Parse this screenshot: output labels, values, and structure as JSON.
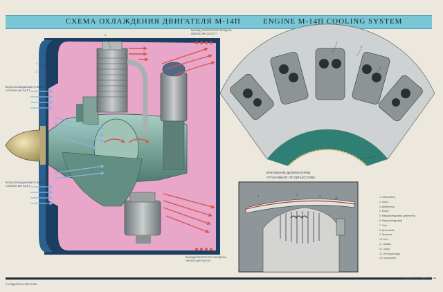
{
  "header": {
    "title_ru": "СХЕМА ОХЛАЖДЕНИЯ  ДВИГАТЕЛЯ М-14П",
    "title_en": "ENGINE M-14П COOLING SYSTEM"
  },
  "engine_diagram": {
    "label_inlet_top_ru": "ВХОД ОХЛАЖДАЮЩЕГО ВОЗДУХА",
    "label_inlet_top_en": "COOLING AIR INLET",
    "label_inlet_bottom_ru": "ВХОД ОХЛАЖДАЮЩЕГО ВОЗДУХА",
    "label_inlet_bottom_en": "COOLING AIR INLET",
    "label_outlet_top_ru": "ВЫХОД РАЗОГРЕТОГО ВОЗДУХА",
    "label_outlet_top_en": "HEATED AIR OUTLET",
    "label_outlet_bottom_ru": "ВЫХОД РАЗОГРЕТОГО ВОЗДУХА",
    "label_outlet_bottom_en": "HEATED AIR OUTLET",
    "callout_numbers": [
      "1",
      "2",
      "3"
    ]
  },
  "cylinder_section": {
    "callout_numbers": [
      "4",
      "5",
      "6",
      "7"
    ]
  },
  "deflector_view": {
    "title_ru": "КРЕПЛЕНИЕ ДЕФЛЕКТОРОВ",
    "title_en": "ATTACHMENT OF DEFLECTORS",
    "callout_numbers": [
      "8",
      "9",
      "10",
      "11"
    ]
  },
  "legend": [
    "1. Обтекатель",
    "2. Капот",
    "3. Дефлектор",
    "4. Кожух",
    "5. Межцилиндровый дефлектор",
    "6. Межцилиндровый",
    "7. Тяга",
    "8. Кронштейн",
    "9. Пружина",
    "10. Болт",
    "11. Шайба",
    "12. Хомут",
    "13. Интерцилиндр",
    "14. Кронштейн"
  ],
  "footer": {
    "left_text": "© ИЗДАТЕЛЬСТВО 1986",
    "right_text": "Изд. № 1234 Тираж 2000 экз."
  },
  "colors": {
    "title_band": "#79c7d6",
    "cowl_panel": "#1c3e62",
    "cool_area": "#e8a6c9",
    "engine_body": "#7aa89a",
    "cold_air": "#7fb6e6",
    "hot_air": "#d9544c"
  }
}
